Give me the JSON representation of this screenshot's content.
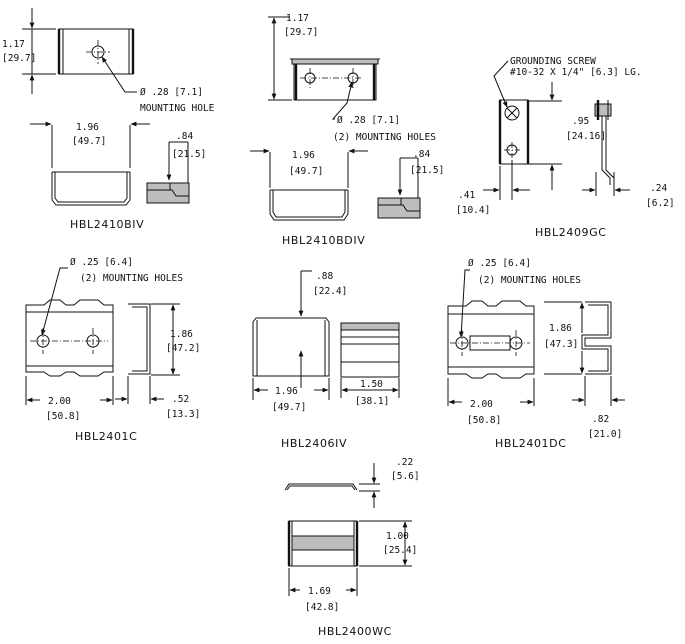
{
  "parts": [
    {
      "id": "HBL2410BIV",
      "label": "HBL2410BIV",
      "dims": [
        {
          "in": "1.17",
          "mm": "[29.7]"
        },
        {
          "in": "1.96",
          "mm": "[49.7]"
        },
        {
          "in": ".84",
          "mm": "[21.5]"
        }
      ],
      "hole_dia": "Ø .28 [7.1]",
      "hole_note": "MOUNTING HOLE"
    },
    {
      "id": "HBL2410BDIV",
      "label": "HBL2410BDIV",
      "dims": [
        {
          "in": "1.17",
          "mm": "[29.7]"
        },
        {
          "in": "1.96",
          "mm": "[49.7]"
        },
        {
          "in": ".84",
          "mm": "[21.5]"
        }
      ],
      "hole_dia": "Ø .28 [7.1]",
      "hole_note": "(2) MOUNTING HOLES"
    },
    {
      "id": "HBL2409GC",
      "label": "HBL2409GC",
      "screw_note": "GROUNDING SCREW",
      "screw_spec": "#10-32 X 1/4\" [6.3] LG.",
      "dims": [
        {
          "in": ".95",
          "mm": "[24.16]"
        },
        {
          "in": ".41",
          "mm": "[10.4]"
        },
        {
          "in": ".24",
          "mm": "[6.2]"
        }
      ]
    },
    {
      "id": "HBL2401C",
      "label": "HBL2401C",
      "hole_dia": "Ø .25 [6.4]",
      "hole_note": "(2) MOUNTING HOLES",
      "dims": [
        {
          "in": "1.86",
          "mm": "[47.2]"
        },
        {
          "in": "2.00",
          "mm": "[50.8]"
        },
        {
          "in": ".52",
          "mm": "[13.3]"
        }
      ]
    },
    {
      "id": "HBL2406IV",
      "label": "HBL2406IV",
      "dims": [
        {
          "in": ".88",
          "mm": "[22.4]"
        },
        {
          "in": "1.96",
          "mm": "[49.7]"
        },
        {
          "in": "1.50",
          "mm": "[38.1]"
        }
      ]
    },
    {
      "id": "HBL2401DC",
      "label": "HBL2401DC",
      "hole_dia": "Ø .25 [6.4]",
      "hole_note": "(2) MOUNTING HOLES",
      "dims": [
        {
          "in": "1.86",
          "mm": "[47.3]"
        },
        {
          "in": "2.00",
          "mm": "[50.8]"
        },
        {
          "in": ".82",
          "mm": "[21.0]"
        }
      ]
    },
    {
      "id": "HBL2400WC",
      "label": "HBL2400WC",
      "dims": [
        {
          "in": ".22",
          "mm": "[5.6]"
        },
        {
          "in": "1.00",
          "mm": "[25.4]"
        },
        {
          "in": "1.69",
          "mm": "[42.8]"
        }
      ]
    }
  ]
}
